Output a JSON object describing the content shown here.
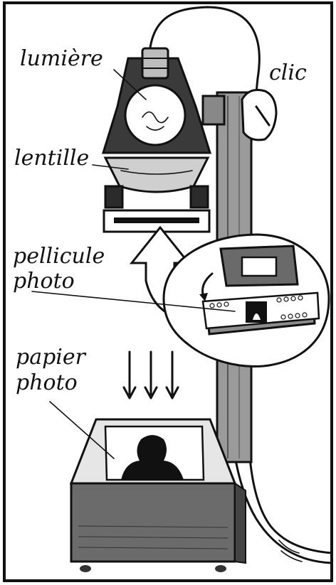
{
  "labels": {
    "light": "lumière",
    "click": "clic",
    "lens": "lentille",
    "film_line1": "pellicule",
    "film_line2": "photo",
    "paper_line1": "papier",
    "paper_line2": "photo"
  },
  "colors": {
    "ink": "#111111",
    "paper": "#ffffff",
    "shade": "#8a8a8a"
  }
}
